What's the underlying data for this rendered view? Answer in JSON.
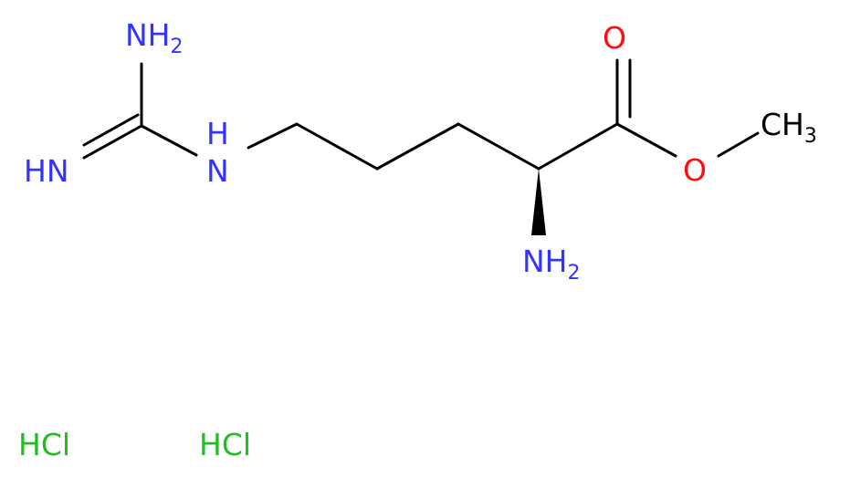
{
  "molecule": {
    "bond_color": "#000000",
    "colors": {
      "N": "#3333ff",
      "O": "#ff0d0d",
      "Cl": "#1fbf1f",
      "C": "#000000"
    },
    "labels": {
      "nh2_top": {
        "main": "NH",
        "sub": "2"
      },
      "hn_imine": {
        "main": "HN"
      },
      "n_h": {
        "main": "N",
        "h": "H"
      },
      "o_carbonyl": {
        "main": "O"
      },
      "o_ester": {
        "main": "O"
      },
      "ch3": {
        "main": "CH",
        "sub": "3"
      },
      "nh2_alpha": {
        "main": "NH",
        "sub": "2"
      },
      "hcl_1": {
        "main": "HCl"
      },
      "hcl_2": {
        "main": "HCl"
      }
    }
  }
}
